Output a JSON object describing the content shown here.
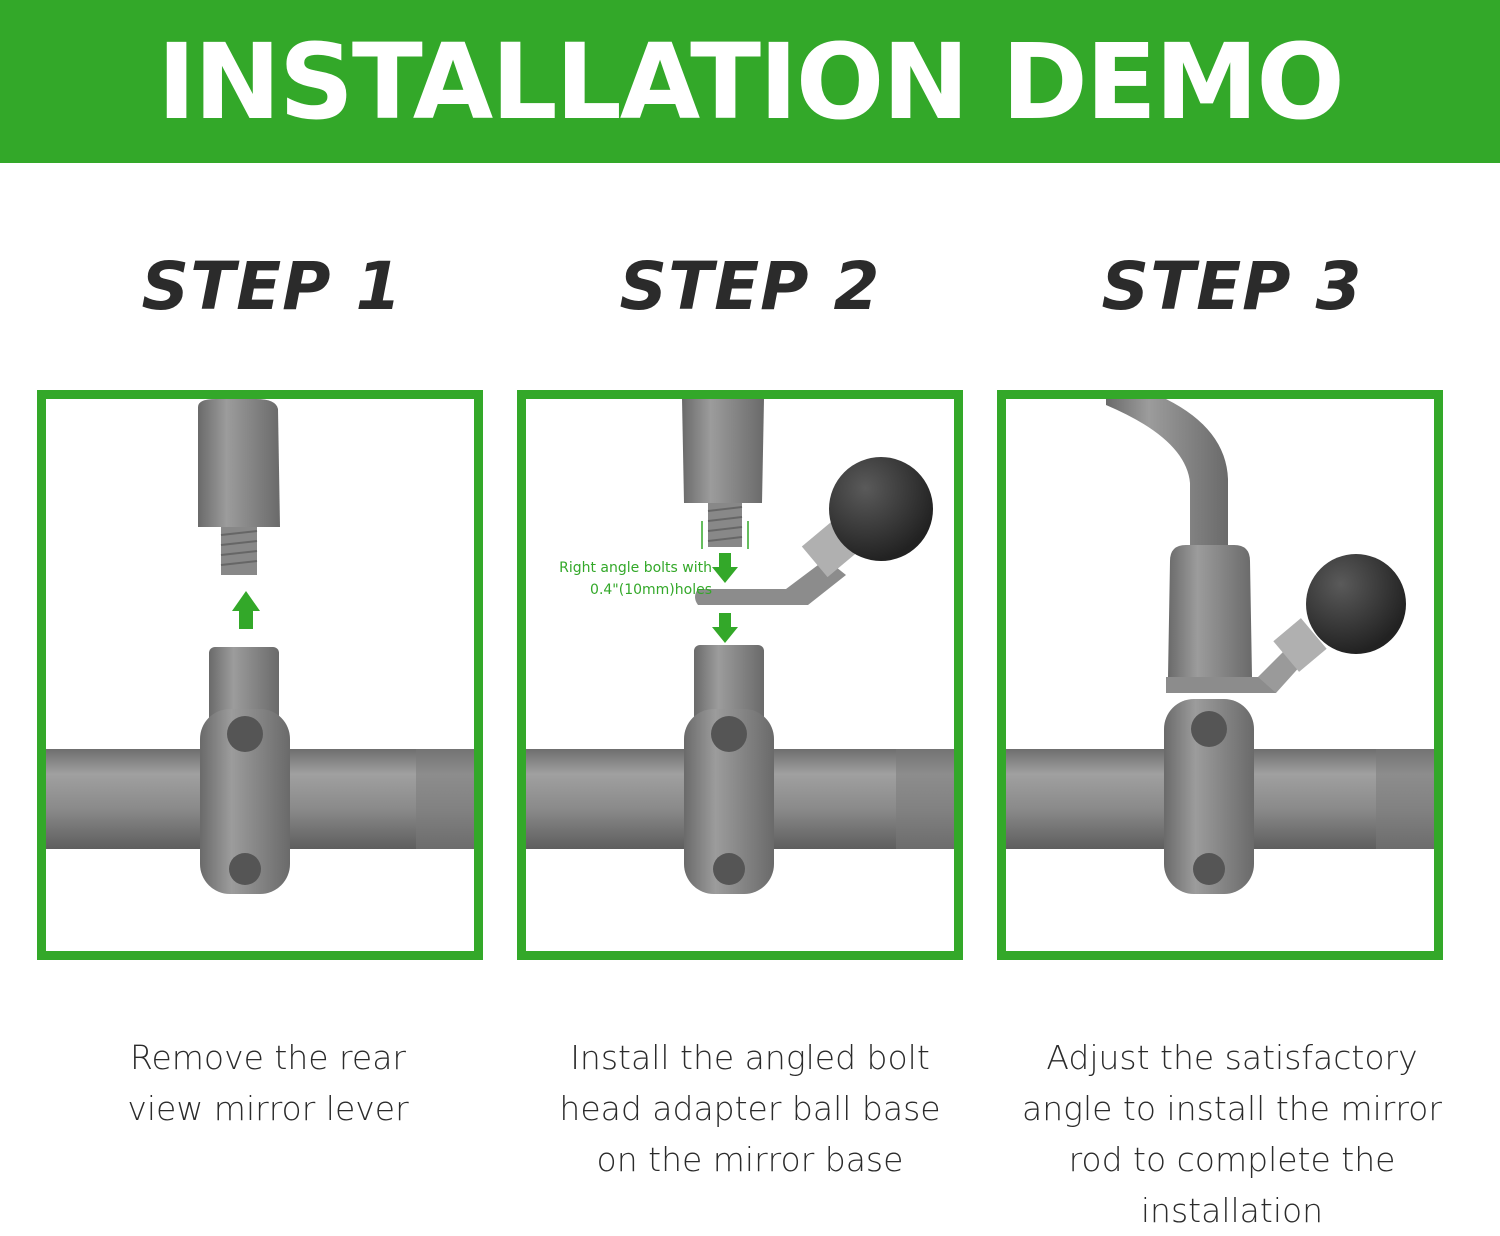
{
  "banner": {
    "title": "INSTALLATION DEMO"
  },
  "colors": {
    "accent": "#33a829",
    "part_gray": "#8a8a8a",
    "dark_gray": "#3a3a3a",
    "text": "#2b2b2b"
  },
  "steps": [
    {
      "title": "STEP 1",
      "caption_lines": [
        "Remove the rear",
        "view mirror lever"
      ]
    },
    {
      "title": "STEP 2",
      "caption_lines": [
        "Install the angled bolt",
        "head adapter ball base",
        "on the mirror base"
      ],
      "note_lines": [
        "Right angle bolts with",
        "0.4\"(10mm)holes"
      ]
    },
    {
      "title": "STEP 3",
      "caption_lines": [
        "Adjust the satisfactory",
        "angle to install the mirror",
        "rod to complete the",
        "installation"
      ]
    }
  ]
}
